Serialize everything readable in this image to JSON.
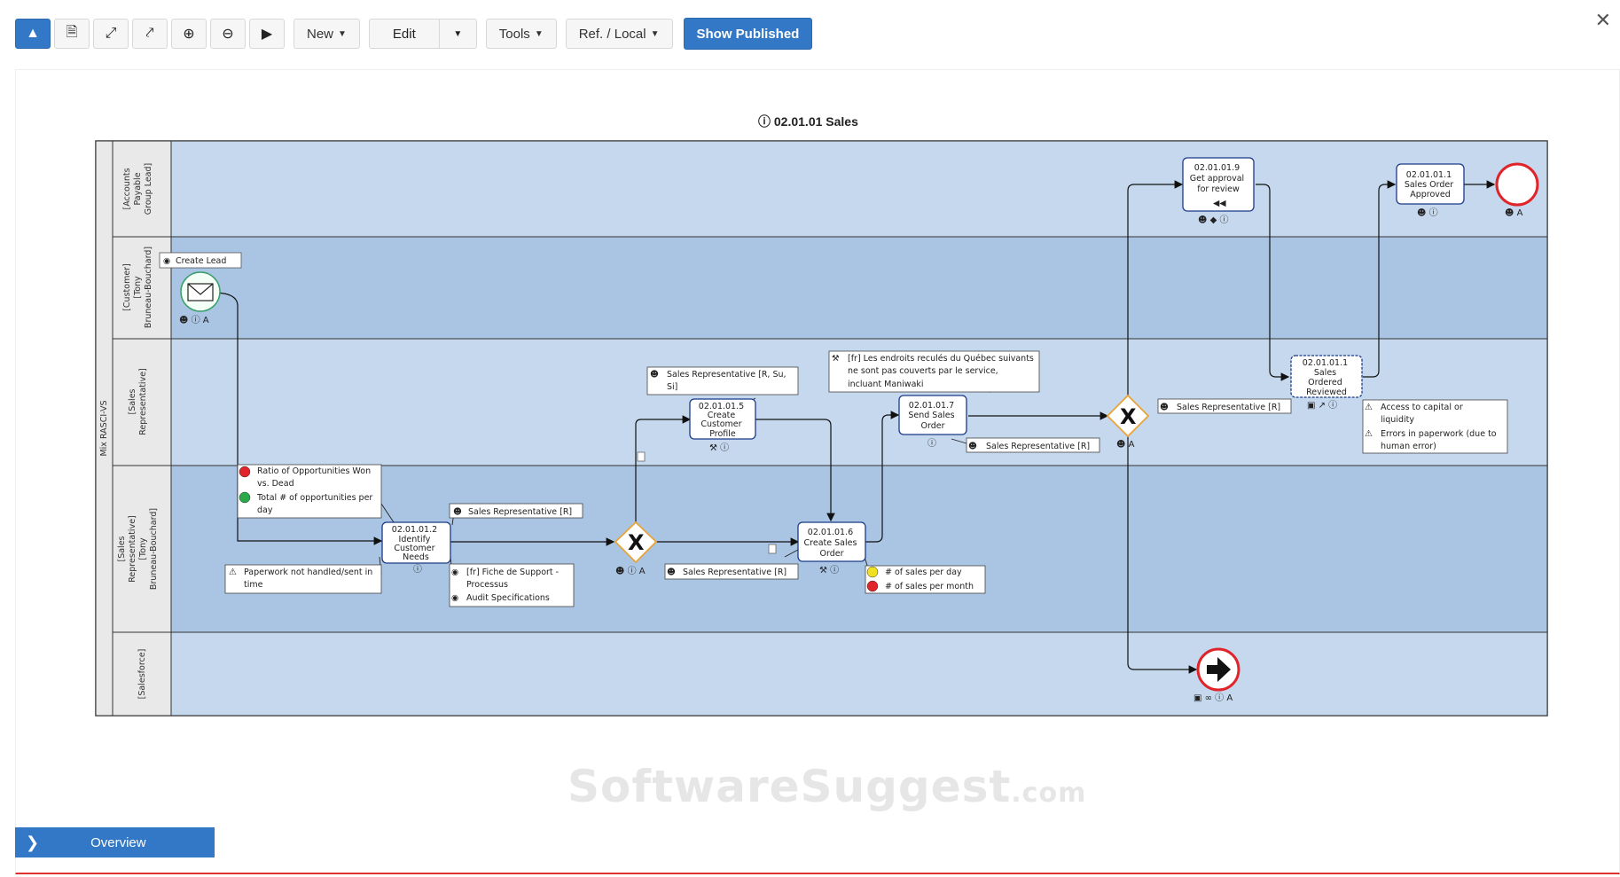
{
  "toolbar": {
    "new_label": "New",
    "edit_label": "Edit",
    "tools_label": "Tools",
    "ref_label": "Ref. / Local",
    "show_published_label": "Show Published"
  },
  "diagram": {
    "title": "02.01.01 Sales",
    "pool": "Mix RASCI-VS",
    "lanes": [
      [
        "[Accounts",
        "Payable",
        "Group Lead]"
      ],
      [
        "[Customer]",
        "[Tony",
        "Bruneau-Bouchard]"
      ],
      [
        "[Sales",
        "Representative]"
      ],
      [
        "[Sales",
        "Representative]",
        "[Tony",
        "Bruneau-Bouchard]"
      ],
      [
        "[Salesforce]"
      ]
    ],
    "tasks": {
      "t2": [
        "02.01.01.2",
        "Identify",
        "Customer",
        "Needs"
      ],
      "t5": [
        "02.01.01.5",
        "Create",
        "Customer",
        "Profile"
      ],
      "t6": [
        "02.01.01.6",
        "Create Sales",
        "Order"
      ],
      "t7": [
        "02.01.01.7",
        "Send Sales",
        "Order"
      ],
      "t9": [
        "02.01.01.9",
        "Get approval",
        "for review"
      ],
      "t10": [
        "02.01.01.1",
        "Sales Order",
        "Approved"
      ],
      "t11": [
        "02.01.01.1",
        "Sales",
        "Ordered",
        "Reviewed"
      ]
    },
    "start_label": "Create Lead",
    "notes": {
      "kpi1": [
        "Ratio of Opportunities Won",
        "vs. Dead"
      ],
      "kpi2": [
        "Total # of opportunities per",
        "day"
      ],
      "risk1": [
        "Paperwork not handled/sent in",
        "time"
      ],
      "role_t2": "Sales Representative [R]",
      "doc1": [
        "[fr] Fiche de Support -",
        "Processus"
      ],
      "doc2": "Audit Specifications",
      "role_t5": [
        "Sales Representative [R, Su,",
        "Si]"
      ],
      "role_t6": "Sales Representative [R]",
      "kpi3": "# of sales per day",
      "kpi4": "# of sales per month",
      "tool_t7": [
        "[fr] Les endroits reculés du Québec suivants",
        "ne sont pas couverts par le service,",
        "incluant Maniwaki"
      ],
      "role_t7": "Sales Representative [R]",
      "role_t11": "Sales Representative [R]",
      "risk2": [
        "Access to capital or",
        "liquidity"
      ],
      "risk3": [
        "Errors in paperwork (due to",
        "human error)"
      ]
    }
  },
  "watermark": {
    "main": "SoftwareSuggest",
    "suffix": ".com"
  },
  "overview_label": "Overview",
  "colors": {
    "accent": "#3378c6",
    "lane_light": "#c5d8ee",
    "lane_dark": "#a9c5e3",
    "event_end": "#e0242a",
    "event_start": "#3a9e6a"
  }
}
